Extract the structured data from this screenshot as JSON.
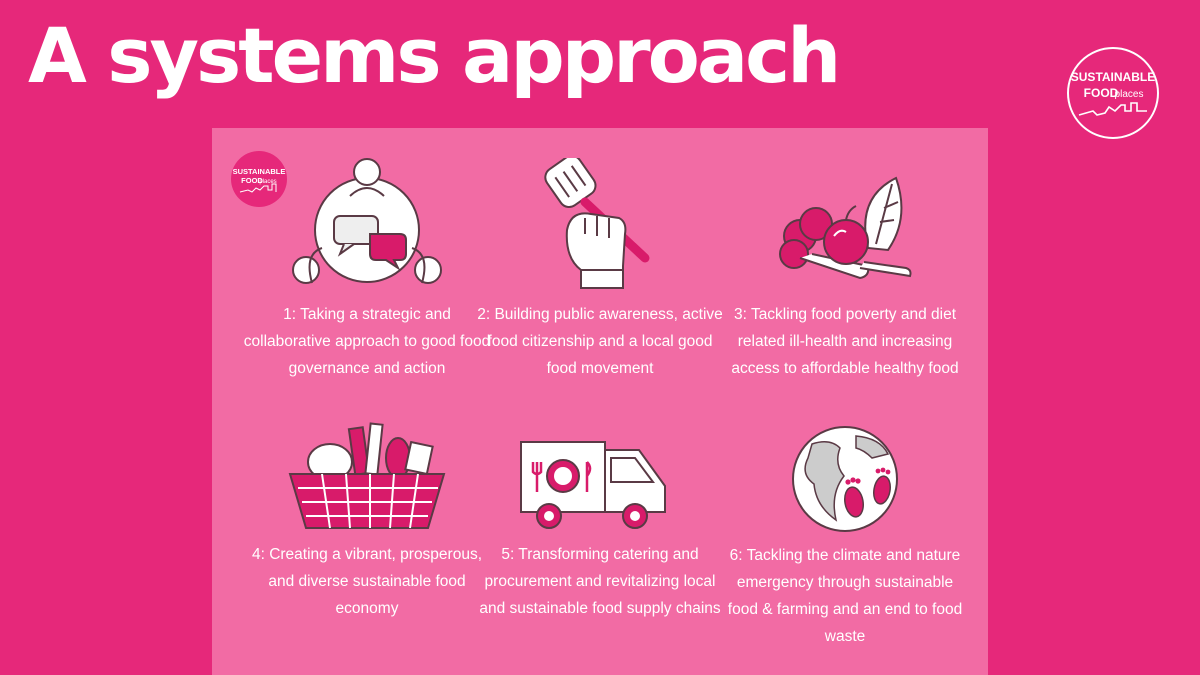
{
  "title": "A systems approach",
  "logo": {
    "line1": "SUSTAINABLE",
    "line2a": "FOOD",
    "line2b": "places"
  },
  "items": [
    {
      "icon": "people-speech-icon",
      "text": "1: Taking a strategic and collaborative approach to good food governance and action"
    },
    {
      "icon": "fist-spatula-icon",
      "text": "2: Building public awareness, active food citizenship and a local good food movement"
    },
    {
      "icon": "fruit-vegetables-icon",
      "text": "3: Tackling food poverty and diet related ill-health and increasing access to affordable healthy food"
    },
    {
      "icon": "shopping-basket-icon",
      "text": "4: Creating a vibrant, prosperous, and diverse sustainable food economy"
    },
    {
      "icon": "catering-van-icon",
      "text": "5: Transforming catering and procurement and revitalizing local and sustainable food supply  chains"
    },
    {
      "icon": "globe-footprints-icon",
      "text": "6: Tackling the climate and nature emergency through sustainable food & farming and an  end to food waste"
    }
  ],
  "colors": {
    "background": "#e6287a",
    "panel": "#f26ba4",
    "accent": "#d81b6a",
    "outline": "#5a3a45"
  }
}
